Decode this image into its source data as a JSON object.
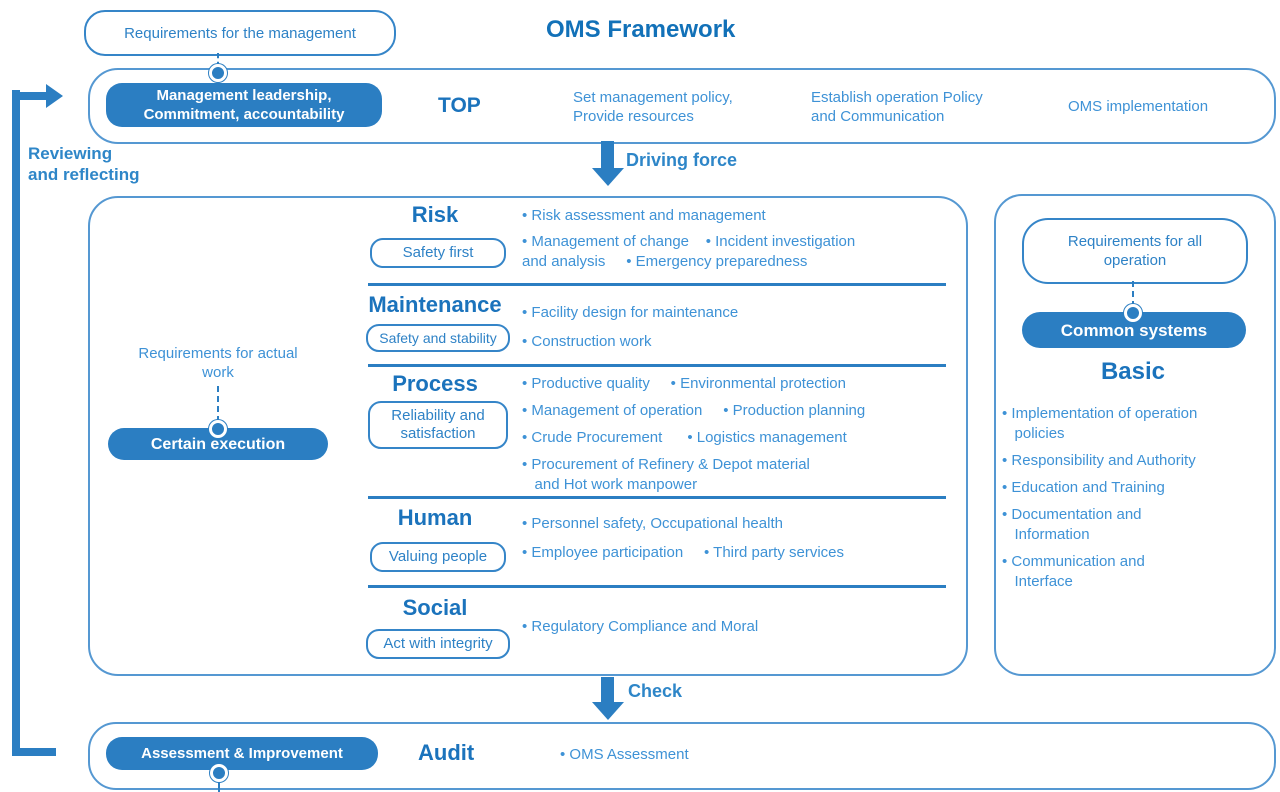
{
  "title": "OMS Framework",
  "top": {
    "requirement": "Requirements for the management",
    "pill": "Management leadership,\nCommitment, accountability",
    "stage": "TOP",
    "col1": "Set management policy,\nProvide resources",
    "col2": "Establish operation Policy\nand Communication",
    "col3": "OMS implementation"
  },
  "loop_label": "Reviewing\nand reflecting",
  "driving_force_label": "Driving force",
  "check_label": "Check",
  "middle": {
    "requirement": "Requirements for actual\nwork",
    "pill": "Certain execution",
    "sections": [
      {
        "name": "Risk",
        "motto": "Safety first",
        "rows": [
          "• Risk assessment and management",
          "• Management of change    • Incident investigation\nand analysis     • Emergency preparedness"
        ]
      },
      {
        "name": "Maintenance",
        "motto": "Safety and stability",
        "rows": [
          "• Facility design for maintenance",
          "• Construction work"
        ]
      },
      {
        "name": "Process",
        "motto": "Reliability and\nsatisfaction",
        "rows": [
          "• Productive quality     • Environmental protection",
          "• Management of operation     • Production planning",
          "• Crude Procurement      • Logistics management",
          "• Procurement of Refinery & Depot material\n   and Hot work manpower"
        ]
      },
      {
        "name": "Human",
        "motto": "Valuing people",
        "rows": [
          "• Personnel safety, Occupational health",
          "• Employee participation     • Third party services"
        ]
      },
      {
        "name": "Social",
        "motto": "Act with integrity",
        "rows": [
          "• Regulatory Compliance and Moral"
        ]
      }
    ]
  },
  "right": {
    "requirement": "Requirements for all\noperation",
    "pill": "Common systems",
    "heading": "Basic",
    "items": [
      "• Implementation of operation\n   policies",
      "• Responsibility and Authority",
      "• Education and Training",
      "• Documentation and\n   Information",
      "• Communication and\n   Interface"
    ]
  },
  "bottom": {
    "pill": "Assessment & Improvement",
    "stage": "Audit",
    "item": "• OMS Assessment"
  },
  "colors": {
    "primary": "#2b7ec2",
    "outline": "#5598d2",
    "heading_text": "#1b73bc",
    "body_text": "#3e92d6"
  }
}
